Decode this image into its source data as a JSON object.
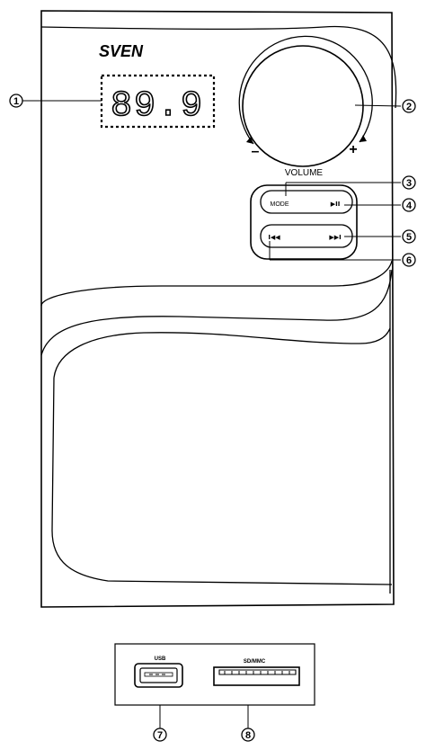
{
  "brand": "SVEN",
  "display_value": "89.9",
  "volume_label": "VOLUME",
  "volume_minus": "–",
  "volume_plus": "+",
  "buttons": {
    "mode": "MODE",
    "play_pause": "▶II",
    "previous": "I◀◀",
    "next": "▶▶I"
  },
  "ports": {
    "usb": "USB",
    "sd": "SD/MMC"
  },
  "callouts": [
    "1",
    "2",
    "3",
    "4",
    "5",
    "6",
    "7",
    "8"
  ]
}
